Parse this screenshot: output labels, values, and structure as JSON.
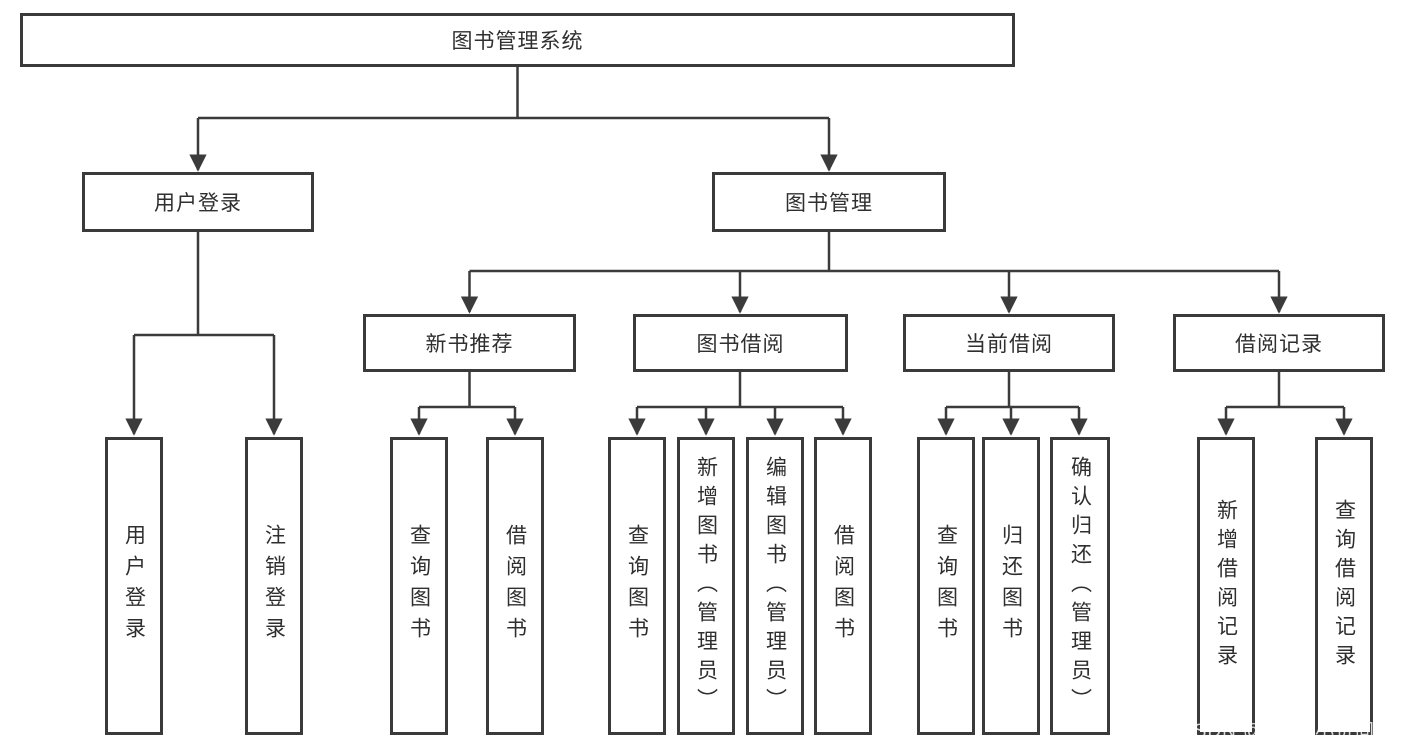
{
  "colors": {
    "background": "#ffffff",
    "line": "#3b3b3b",
    "box_border": "#3a3a3a",
    "text": "#2f2f2f",
    "watermark_text": "#ffffff"
  },
  "tree": {
    "root": {
      "label": "图书管理系统"
    },
    "branches": [
      {
        "label": "用户登录",
        "children": [
          {
            "label": "用户登录"
          },
          {
            "label": "注销登录"
          }
        ]
      },
      {
        "label": "图书管理",
        "groups": [
          {
            "label": "新书推荐",
            "children": [
              {
                "label": "查询图书"
              },
              {
                "label": "借阅图书"
              }
            ]
          },
          {
            "label": "图书借阅",
            "children": [
              {
                "label": "查询图书"
              },
              {
                "label": "新增图书（管理员）"
              },
              {
                "label": "编辑图书（管理员）"
              },
              {
                "label": "借阅图书"
              }
            ]
          },
          {
            "label": "当前借阅",
            "children": [
              {
                "label": "查询图书"
              },
              {
                "label": "归还图书"
              },
              {
                "label": "确认归还（管理员）"
              }
            ]
          },
          {
            "label": "借阅记录",
            "children": [
              {
                "label": "新增借阅记录"
              },
              {
                "label": "查询借阅记录"
              }
            ]
          }
        ]
      }
    ]
  },
  "watermark": {
    "text": "CSDN @软件_小贺同学"
  }
}
